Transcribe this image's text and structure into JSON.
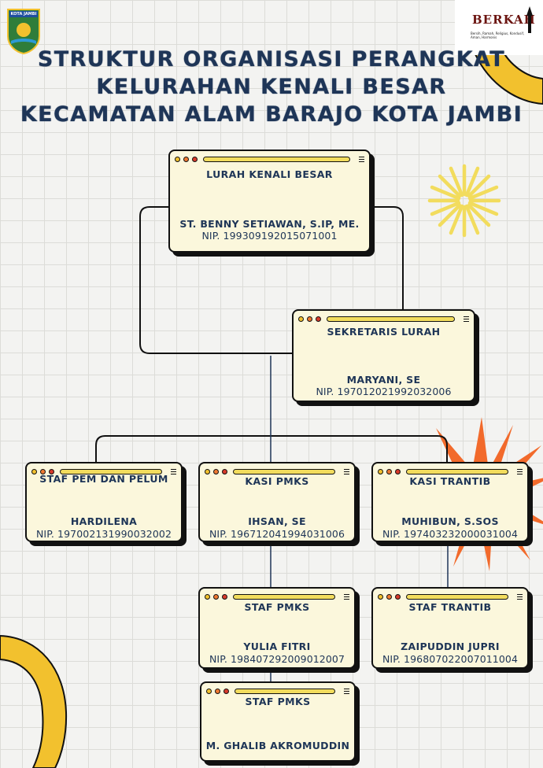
{
  "header": {
    "logo_left_text": "KOTA JAMBI",
    "logo_right_brand": "BERKAH",
    "logo_right_tagline": "Bersih, Ramah, Religius, Kondusif, Aman, Harmonis",
    "title_lines": [
      "STRUKTUR ORGANISASI PERANGKAT",
      "KELURAHAN KENALI BESAR",
      "KECAMATAN ALAM BARAJO KOTA JAMBI"
    ]
  },
  "colors": {
    "title": "#1e3557",
    "card_bg": "#fbf7dc",
    "accent_yellow": "#f2c12e",
    "accent_orange": "#f07a32",
    "sunburst": "#f2dc5d",
    "starburst": "#f26a2b"
  },
  "cards": {
    "lurah": {
      "role": "LURAH KENALI BESAR",
      "name": "ST. BENNY SETIAWAN, S.IP, ME.",
      "nip": "NIP. 199309192015071001"
    },
    "sekretaris": {
      "role": "SEKRETARIS LURAH",
      "name": "MARYANI, SE",
      "nip": "NIP. 197012021992032006"
    },
    "staf_pem": {
      "role": "STAF PEM DAN PELUM",
      "name": "HARDILENA",
      "nip": "NIP. 197002131990032002"
    },
    "kasi_pmks": {
      "role": "KASI PMKS",
      "name": "IHSAN, SE",
      "nip": "NIP. 196712041994031006"
    },
    "kasi_trantib": {
      "role": "KASI TRANTIB",
      "name": "MUHIBUN, S.SOS",
      "nip": "NIP. 197403232000031004"
    },
    "staf_pmks_1": {
      "role": "STAF PMKS",
      "name": "YULIA FITRI",
      "nip": "NIP. 198407292009012007"
    },
    "staf_trantib": {
      "role": "STAF TRANTIB",
      "name": "ZAIPUDDIN JUPRI",
      "nip": "NIP. 196807022007011004"
    },
    "staf_pmks_2": {
      "role": "STAF PMKS",
      "name": "M. GHALIB AKROMUDDIN"
    }
  }
}
